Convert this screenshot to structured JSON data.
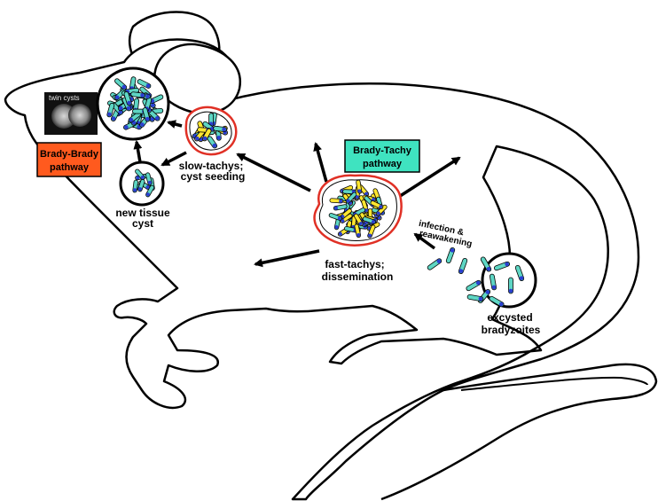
{
  "labels": {
    "twin_cysts": "twin cysts",
    "brady_brady_line1": "Brady-Brady",
    "brady_brady_line2": "pathway",
    "brady_tachy_line1": "Brady-Tachy",
    "brady_tachy_line2": "pathway",
    "new_tissue_line1": "new tissue",
    "new_tissue_line2": "cyst",
    "slow_tachys_line1": "slow-tachys;",
    "slow_tachys_line2": "cyst seeding",
    "fast_tachys_line1": "fast-tachys;",
    "fast_tachys_line2": "dissemination",
    "infection_line1": "infection &",
    "infection_line2": "reawakening",
    "excysted_line1": "excysted",
    "excysted_line2": "bradyzoites"
  },
  "colors": {
    "brady_brady_box": "#ff5a1e",
    "brady_tachy_box": "#3fe3c0",
    "parasite_teal": "#5ed6c4",
    "parasite_yellow": "#ffe630",
    "parasite_nucleus": "#2a3fd0",
    "cyst_outline_red": "#e03025",
    "outline": "#000000"
  }
}
